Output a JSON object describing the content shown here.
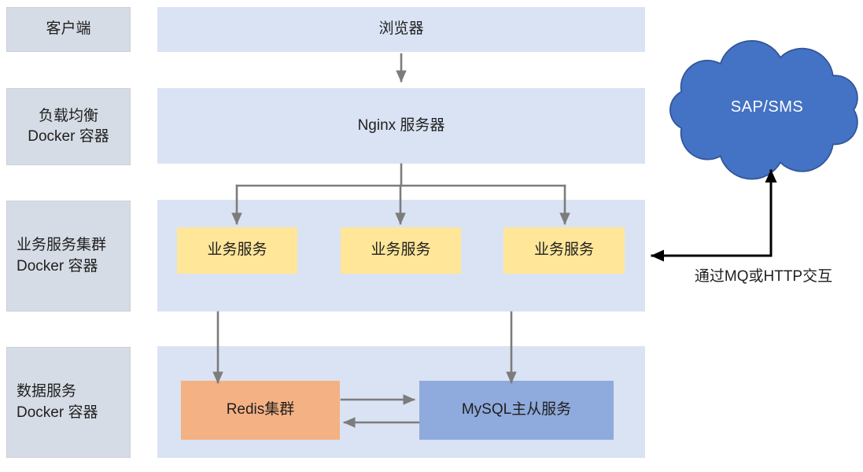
{
  "colors": {
    "row_label_bg": "#d6dce5",
    "container_bg": "#dae3f3",
    "service_bg": "#ffe699",
    "redis_bg": "#f4b183",
    "mysql_bg": "#8faadc",
    "cloud_fill": "#4472c4",
    "cloud_stroke": "#2f5597",
    "arrow_gray": "#7c7c7c",
    "arrow_black": "#000000",
    "text": "#1f1f1f",
    "cloud_text": "#ffffff"
  },
  "rows": {
    "client": {
      "label_lines": [
        "客户端"
      ]
    },
    "load_balancer": {
      "label_lines": [
        "负载均衡",
        "Docker 容器"
      ]
    },
    "business": {
      "label_lines": [
        "业务服务集群",
        "Docker 容器"
      ]
    },
    "data": {
      "label_lines": [
        "数据服务",
        "Docker 容器"
      ]
    }
  },
  "nodes": {
    "browser": "浏览器",
    "nginx": "Nginx 服务器",
    "services": [
      "业务服务",
      "业务服务",
      "业务服务"
    ],
    "redis": "Redis集群",
    "mysql": "MySQL主从服务",
    "cloud": "SAP/SMS"
  },
  "annotations": {
    "mq_http": "通过MQ或HTTP交互"
  }
}
